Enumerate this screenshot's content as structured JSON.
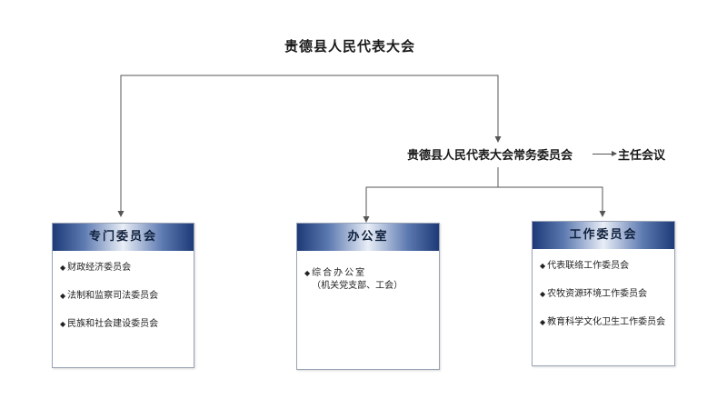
{
  "top": {
    "title": "贵德县人民代表大会"
  },
  "standing": {
    "title": "贵德县人民代表大会常务委员会",
    "meeting": "主任会议"
  },
  "boxes": {
    "special": {
      "title": "专门委员会",
      "items": [
        "财政经济委员会",
        "法制和监察司法委员会",
        "民族和社会建设委员会"
      ]
    },
    "office": {
      "title": "办公室",
      "items": [
        {
          "label": "综合办公室",
          "sub": "（机关党支部、工会）"
        }
      ]
    },
    "work": {
      "title": "工作委员会",
      "items": [
        "代表联络工作委员会",
        "农牧资源环境工作委员会",
        "教育科学文化卫生工作委员会"
      ]
    }
  },
  "icons": {
    "bullet": "diamond-bullet-icon",
    "meeting_arrow": "arrow-right-icon"
  },
  "colors": {
    "header_dark": "#1d3a78",
    "header_light": "#e9eef7",
    "line": "#555555"
  }
}
